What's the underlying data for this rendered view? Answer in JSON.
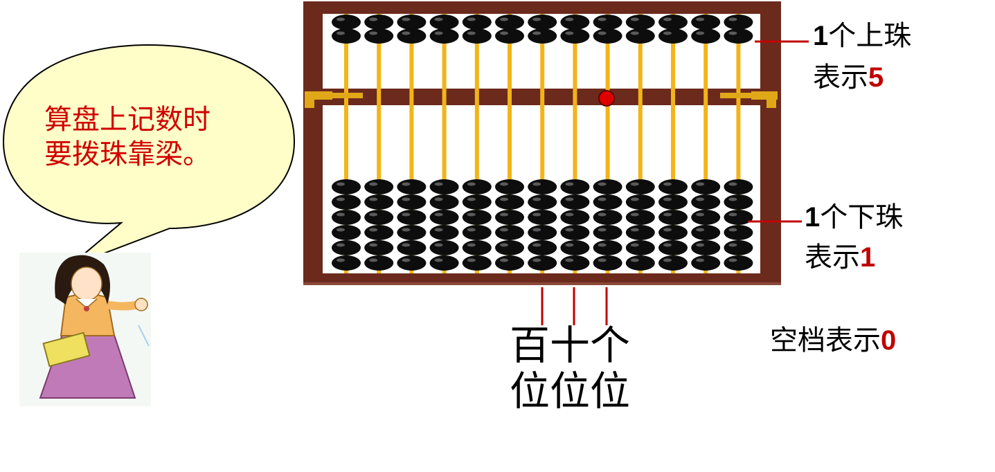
{
  "speech_bubble": {
    "line1": "算盘上记数时",
    "line2": "要拨珠靠梁。"
  },
  "upper_bead_label": {
    "line1_num": "1",
    "line1_text": "个上珠",
    "line2_text": "表示",
    "line2_num": "5"
  },
  "lower_bead_label": {
    "line1_num": "1",
    "line1_text": "个下珠",
    "line2_text": "表示",
    "line2_num": "1"
  },
  "empty_label": {
    "text": "空档表示",
    "num": "0"
  },
  "place_values": {
    "hundreds_top": "百",
    "tens_top": "十",
    "ones_top": "个",
    "hundreds_bottom": "位",
    "tens_bottom": "位",
    "ones_bottom": "位"
  },
  "colors": {
    "frame": "#6b2a1c",
    "rod": "#f2b418",
    "bead": "#0d0d0d",
    "accent_red": "#c00000",
    "bubble_fill": "#fffec8"
  }
}
